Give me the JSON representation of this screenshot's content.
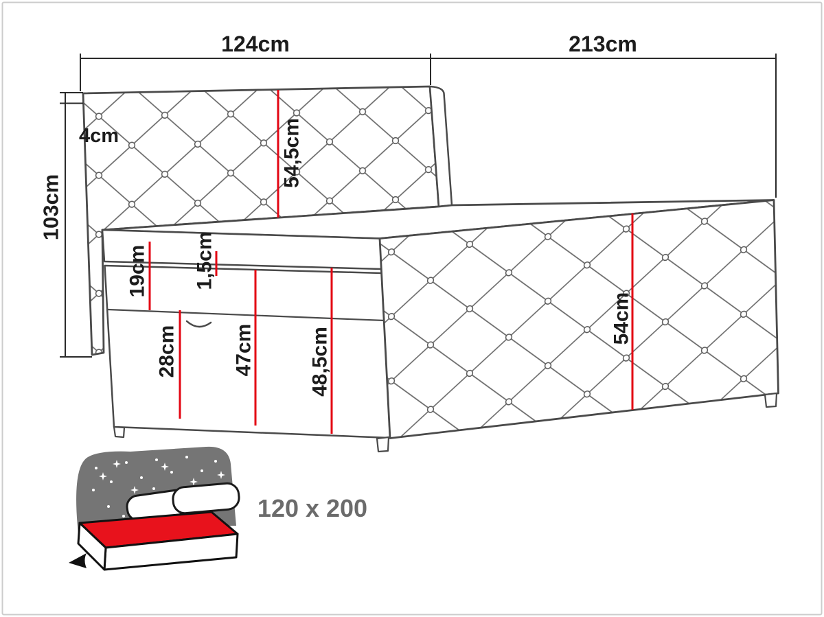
{
  "diagram": {
    "dims": {
      "d124": "124cm",
      "d213": "213cm",
      "d103": "103cm",
      "d4": "4cm",
      "d54_5": "54,5cm",
      "d1_5": "1,5cm",
      "d19": "19cm",
      "d28": "28cm",
      "d47": "47cm",
      "d48_5": "48,5cm",
      "d54": "54cm"
    },
    "size_label": "120 x 200",
    "colors": {
      "outline_gray": "#4a4a4a",
      "quilt_gray": "#6a6a6a",
      "dimension_black": "#2a2a2a",
      "dimension_red": "#e30613",
      "icon_gray": "#757575",
      "icon_red": "#e8121c",
      "size_text_gray": "#6b6b6b",
      "border_gray": "#cccccc"
    }
  }
}
